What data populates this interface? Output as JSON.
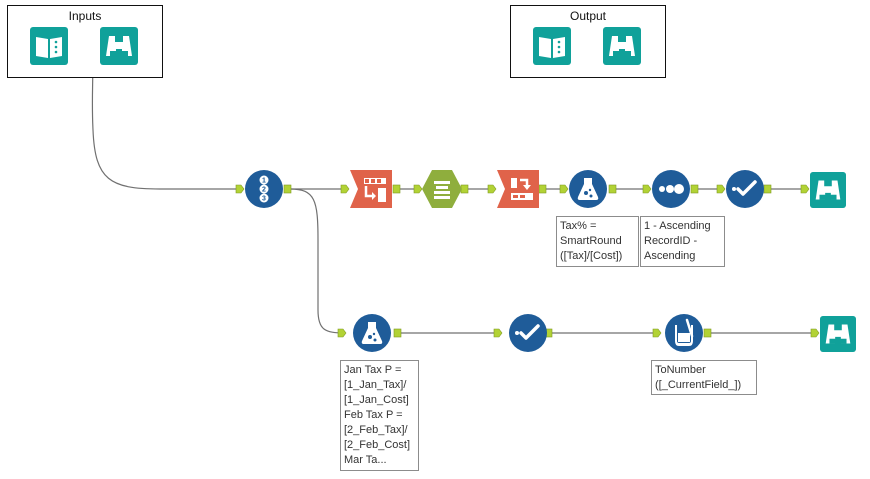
{
  "containers": {
    "inputs": {
      "title": "Inputs"
    },
    "output": {
      "title": "Output"
    }
  },
  "colors": {
    "teal": "#10a19a",
    "blue": "#1f5c99",
    "red": "#e0634a",
    "olive": "#8fae3d",
    "anchor": "#b2d235",
    "wire": "#707070"
  },
  "tools": [
    {
      "id": "input-1",
      "icon": "book-icon"
    },
    {
      "id": "browse-1",
      "icon": "binoculars-icon"
    },
    {
      "id": "input-2",
      "icon": "book-icon"
    },
    {
      "id": "browse-2",
      "icon": "binoculars-icon"
    },
    {
      "id": "record-id",
      "icon": "numbered-list-icon"
    },
    {
      "id": "crosstab",
      "icon": "crosstab-icon"
    },
    {
      "id": "summarize",
      "icon": "summarize-icon"
    },
    {
      "id": "transpose",
      "icon": "transpose-icon"
    },
    {
      "id": "formula-1",
      "icon": "flask-icon"
    },
    {
      "id": "sort",
      "icon": "sort-dots-icon"
    },
    {
      "id": "select-1",
      "icon": "checkmark-icon"
    },
    {
      "id": "browse-3",
      "icon": "binoculars-icon"
    },
    {
      "id": "formula-2",
      "icon": "flask-icon"
    },
    {
      "id": "select-2",
      "icon": "checkmark-icon"
    },
    {
      "id": "multi-field-formula",
      "icon": "beaker-icon"
    },
    {
      "id": "browse-4",
      "icon": "binoculars-icon"
    }
  ],
  "annotations": {
    "formula_1": "Tax% =\nSmartRound\n([Tax]/[Cost])",
    "sort": "1 - Ascending\nRecordID -\nAscending",
    "formula_2": "Jan Tax P =\n[1_Jan_Tax]/\n[1_Jan_Cost]\nFeb Tax P =\n[2_Feb_Tax]/\n[2_Feb_Cost]\nMar Ta...",
    "multi_field": "ToNumber\n([_CurrentField_])"
  }
}
